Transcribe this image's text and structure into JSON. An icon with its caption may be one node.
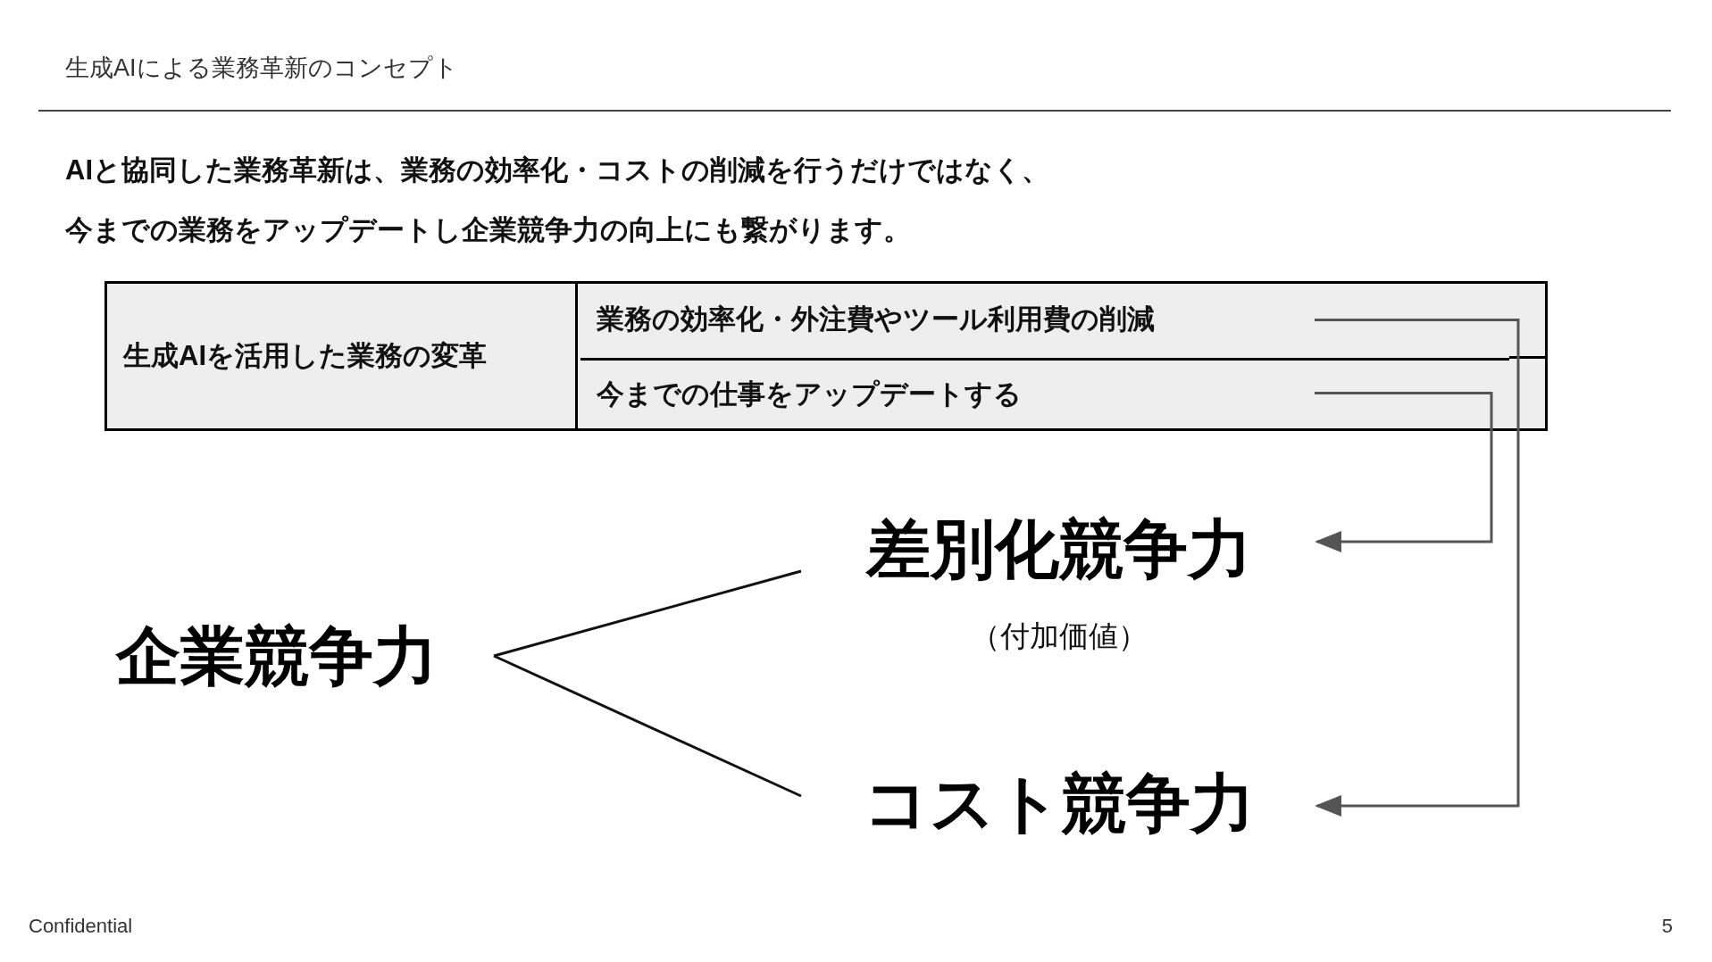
{
  "diagram": {
    "title": "生成AIによる業務革新のコンセプト",
    "nodes": [
      {
        "text": [
          "生成AIを活用した業務の変革"
        ]
      },
      {
        "text": [
          "業務の効率化・外注費やツール利用費の削減"
        ]
      },
      {
        "text": [
          "今までの仕事をアップデートする"
        ]
      },
      {
        "text": [
          "企業競争力"
        ]
      },
      {
        "text": [
          "差別化競争力"
        ],
        "beside": [
          "（付加価値）"
        ]
      },
      {
        "text": [
          "コスト競争力"
        ]
      }
    ],
    "edges": [
      {
        "from": 3,
        "to": 4,
        "arrow": "none"
      },
      {
        "from": 3,
        "to": 5,
        "arrow": "none"
      },
      {
        "from": 1,
        "to": 5,
        "arrow": "to"
      },
      {
        "from": 2,
        "to": 4,
        "arrow": "to"
      }
    ],
    "labels": [
      "AIと協同した業務革新は、業務の効率化・コストの削減を行うだけではなく、",
      "今までの業務をアップデートし企業競争力の向上にも繋がります。",
      "Confidential",
      "5"
    ]
  }
}
